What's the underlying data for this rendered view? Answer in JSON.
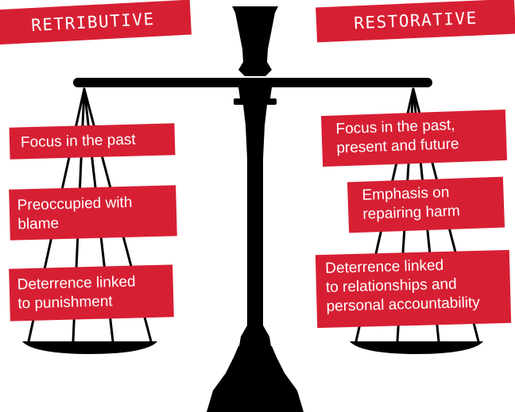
{
  "headers": {
    "left": "RETRIBUTIVE",
    "right": "RESTORATIVE"
  },
  "left_items": [
    "Focus in the past",
    "Preoccupied with\nblame",
    "Deterrence linked\nto punishment"
  ],
  "right_items": [
    "Focus in the past,\npresent and future",
    "Emphasis on\nrepairing harm",
    "Deterrence linked\nto relationships and\npersonal accountability"
  ],
  "colors": {
    "accent": "#d71f33",
    "scale": "#000000",
    "text_on_accent": "#ffffff",
    "background": "#ffffff"
  },
  "icons": {
    "scale": "balance-scale-icon"
  }
}
